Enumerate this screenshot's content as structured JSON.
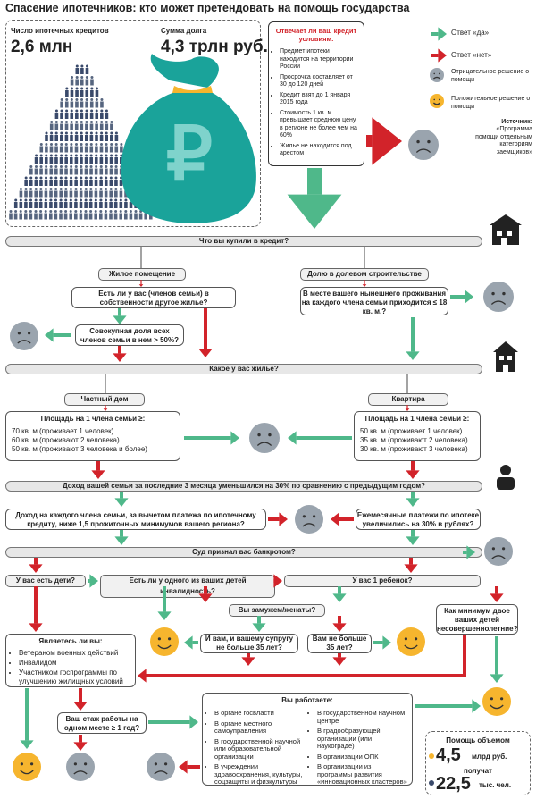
{
  "title": "Спасение ипотечников: кто может претендовать на помощь государства",
  "stats": {
    "loans_label": "Число ипотечных кредитов",
    "loans_value": "2,6 млн",
    "debt_label": "Сумма долга",
    "debt_value": "4,3 трлн руб."
  },
  "conditions": {
    "heading": "Отвечает ли ваш кредит условиям:",
    "items": [
      "Предмет ипотеки находится на территории России",
      "Просрочка составляет от 30 до 120 дней",
      "Кредит взят до 1 января 2015 года",
      "Стоимость 1 кв. м превышает среднюю цену в регионе не более чем на 60%",
      "Жилье не находится под арестом"
    ]
  },
  "legend": {
    "yes": "Ответ «да»",
    "no": "Ответ «нет»",
    "negative": "Отрицательное решение о помощи",
    "positive": "Положительное решение о помощи"
  },
  "source": {
    "label": "Источник:",
    "text": "«Программа помощи отдельным категориям заемщиков»"
  },
  "q_bought": "Что вы купили в кредит?",
  "housing": "Жилое помещение",
  "shared": "Долю в долевом строительстве",
  "q_own_other": "Есть ли у вас (членов семьи) в собственности другое жилье?",
  "q_share": "Совокупная доля всех членов семьи в нем > 50%?",
  "q_area_now": "В месте вашего нынешнего проживания на каждого члена семьи приходится ≤ 18 кв. м.?",
  "q_home_type": "Какое у вас жилье?",
  "private_house": "Частный дом",
  "apartment": "Квартира",
  "area_per_member": "Площадь на 1 члена семьи ≥:",
  "house_area": [
    "70 кв. м (проживает 1 человек)",
    "60 кв. м (проживают 2 человека)",
    "50 кв. м (проживают 3 человека и более)"
  ],
  "flat_area": [
    "50 кв. м (проживает 1 человек)",
    "35 кв. м (проживают 2 человека)",
    "30 кв. м (проживают 3 человека)"
  ],
  "q_income": "Доход вашей семьи за последние 3 месяца уменьшился на 30% по сравнению с предыдущим годом?",
  "q_min": "Доход на каждого члена семьи, за вычетом платежа по ипотечному кредиту, ниже 1,5 прожиточных минимумов вашего региона?",
  "q_payment": "Ежемесячные платежи по ипотеке увеличились на 30% в рублях?",
  "q_bankrupt": "Суд признал вас банкротом?",
  "q_children": "У вас есть дети?",
  "q_disabled": "Есть ли у одного из ваших детей инвалидность?",
  "q_one_child": "У вас 1 ребенок?",
  "q_married": "Вы замужем/женаты?",
  "q_spouse_age": "И вам, и вашему супругу не больше 35 лет?",
  "q_age": "Вам не больше 35 лет?",
  "q_two_minors": "Как минимум двое ваших детей несовершеннолетние?",
  "q_are_you": "Являетесь ли вы:",
  "are_you_items": [
    "Ветераном военных действий",
    "Инвалидом",
    "Участником госпрограммы по улучшению жилищных условий"
  ],
  "q_work_years": "Ваш стаж работы на одном месте ≥ 1 год?",
  "q_work": "Вы работаете:",
  "work_left": [
    "В органе госвласти",
    "В органе местного самоуправления",
    "В государственной научной или образовательной организации",
    "В учреждении здравоохранения, культуры, соцзащиты и физкультуры"
  ],
  "work_right": [
    "В государственном научном центре",
    "В градообразующей организации (или наукограде)",
    "В организации ОПК",
    "В организации из программы развития «инновационных кластеров»"
  ],
  "help": {
    "label": "Помощь объемом",
    "amount": "4,5",
    "amount_unit": "млрд руб.",
    "receive": "получат",
    "people": "22,5",
    "people_unit": "тыс. чел."
  },
  "colors": {
    "yes": "#4fb88a",
    "no": "#d2232a",
    "sad": "#9aa4ae",
    "happy": "#f6b52e",
    "bag": "#1aa39a",
    "people": "#3a4a6b"
  }
}
